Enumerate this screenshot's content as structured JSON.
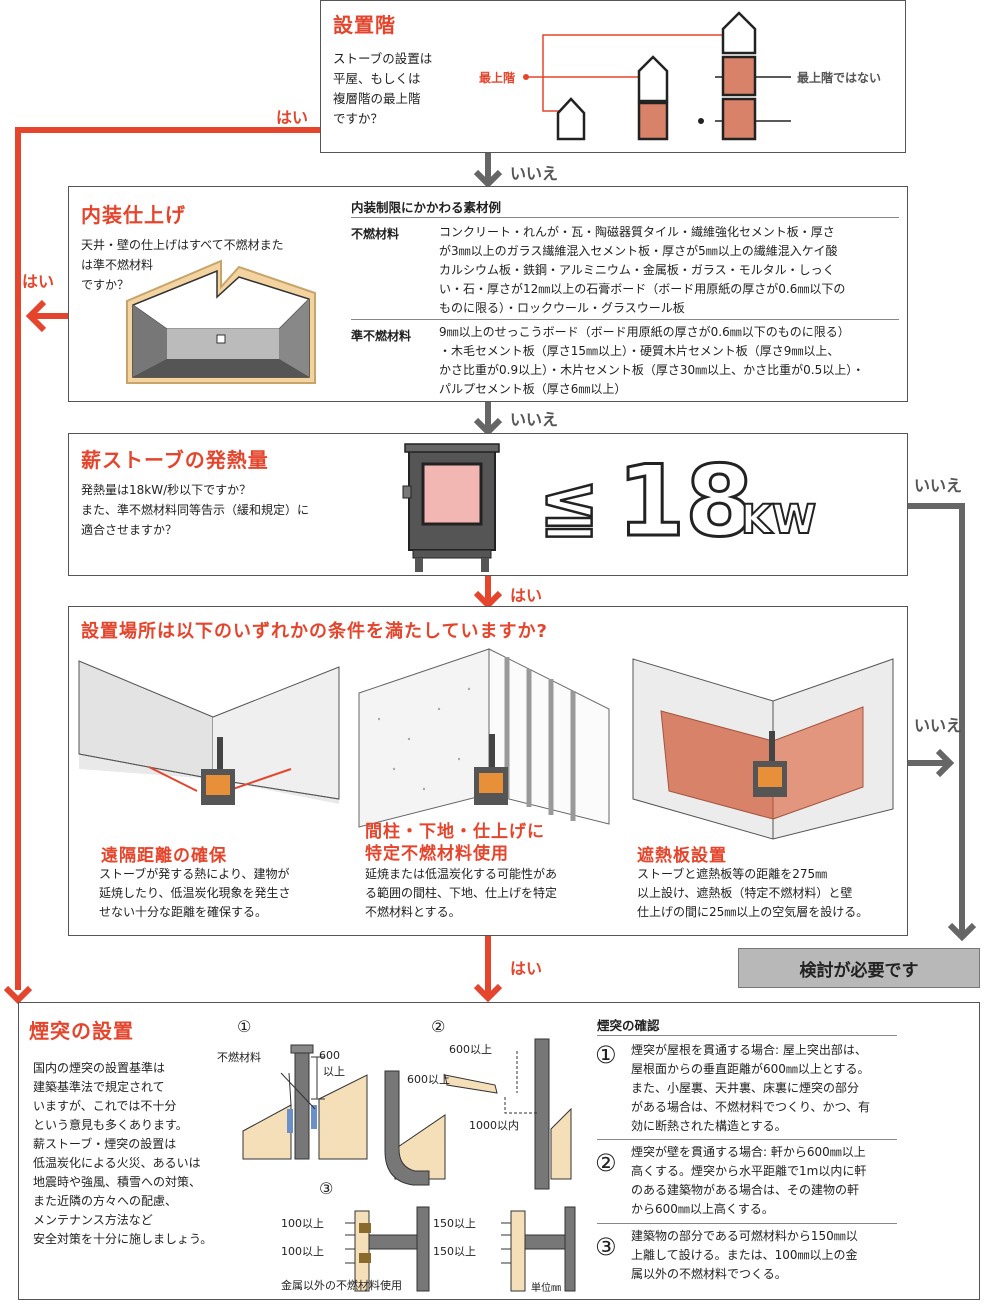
{
  "colors": {
    "accent": "#e5452c",
    "gray_arrow": "#666666",
    "brick": "#d9826a",
    "ember": "#f2b7b3"
  },
  "step1": {
    "title": "設置階",
    "question": [
      "ストーブの設置は",
      "平屋、もしくは",
      "複層階の最上階",
      "ですか？"
    ],
    "label_top": "最上階",
    "label_not_top": "最上階ではない"
  },
  "step2": {
    "title": "内装仕上げ",
    "question": [
      "天井・壁の仕上げはすべて不燃材また",
      "は準不燃材料",
      "ですか？"
    ],
    "table_header": "内装制限にかかわる素材例",
    "rows": [
      {
        "name": "不燃材料",
        "lines": [
          "コンクリート・れんが・瓦・陶磁器質タイル・繊維強化セメント板・厚さ",
          "が3㎜以上のガラス繊維混入セメント板・厚さが5㎜以上の繊維混入ケイ酸",
          "カルシウム板・鉄鋼・アルミニウム・金属板・ガラス・モルタル・しっく",
          "い・石・厚さが12㎜以上の石膏ボード（ボード用原紙の厚さが0.6㎜以下の",
          "ものに限る）・ロックウール・グラスウール板"
        ]
      },
      {
        "name": "準不燃材料",
        "lines": [
          "9㎜以上のせっこうボード（ボード用原紙の厚さが0.6㎜以下のものに限る）",
          "・木毛セメント板（厚さ15㎜以上）・硬質木片セメント板（厚さ9㎜以上、",
          "かさ比重が0.9以上）・木片セメント板（厚さ30㎜以上、かさ比重が0.5以上）・",
          "パルプセメント板（厚さ6㎜以上）"
        ]
      }
    ]
  },
  "step3": {
    "title": "薪ストーブの発熱量",
    "question": [
      "発熱量は18kW/秒以下ですか？",
      "また、準不燃材料同等告示（緩和規定）に",
      "適合させますか？"
    ],
    "symbol": "≦",
    "value": "18",
    "unit": "KW"
  },
  "step4": {
    "title": "設置場所は以下のいずれかの条件を満たしていますか?",
    "options": [
      {
        "title": "遠隔距離の確保",
        "lines": [
          "ストーブが発する熱により、建物が",
          "延焼したり、低温炭化現象を発生さ",
          "せない十分な距離を確保する。"
        ]
      },
      {
        "title": [
          "間柱・下地・仕上げに",
          "特定不燃材料使用"
        ],
        "lines": [
          "延焼または低温炭化する可能性があ",
          "る範囲の間柱、下地、仕上げを特定",
          "不燃材料とする。"
        ]
      },
      {
        "title": "遮熱板設置",
        "lines": [
          "ストーブと遮熱板等の距離を275㎜",
          "以上設け、遮熱板（特定不燃材料）と壁",
          "仕上げの間に25㎜以上の空気層を設ける。"
        ]
      }
    ]
  },
  "answers": {
    "yes": "はい",
    "no": "いいえ"
  },
  "review": "検討が必要です",
  "chimney": {
    "title": "煙突の設置",
    "body": [
      "国内の煙突の設置基準は",
      "建築基準法で規定されて",
      "いますが、これでは不十分",
      "という意見も多くあります。",
      "薪ストーブ・煙突の設置は",
      "低温炭化による火災、あるいは",
      "地震時や強風、積雪への対策、",
      "また近隣の方々への配慮、",
      "メンテナンス方法など",
      "安全対策を十分に施しましょう。"
    ],
    "diagram_labels": {
      "n1": "①",
      "n2": "②",
      "n3": "③",
      "fire_material": "不燃材料",
      "d600a": "600",
      "d600b": "以上",
      "d600c": "600以上",
      "d600d": "600以上",
      "d1000": "1000以内",
      "d100a": "100以上",
      "d100b": "100以上",
      "d150a": "150以上",
      "d150b": "150以上",
      "non_metal": "金属以外の不燃材料使用",
      "unit": "単位㎜"
    },
    "check": {
      "title": "煙突の確認",
      "items": [
        {
          "num": "①",
          "lines": [
            "煙突が屋根を貫通する場合: 屋上突出部は、",
            "屋根面からの垂直距離が600㎜以上とする。",
            "また、小屋裏、天井裏、床裏に煙突の部分",
            "がある場合は、不燃材料でつくり、かつ、有",
            "効に断熱された構造とする。"
          ]
        },
        {
          "num": "②",
          "lines": [
            "煙突が壁を貫通する場合: 軒から600㎜以上",
            "高くする。煙突から水平距離で1m以内に軒",
            "のある建築物がある場合は、その建物の軒",
            "から600㎜以上高くする。"
          ]
        },
        {
          "num": "③",
          "lines": [
            "建築物の部分である可燃材料から150㎜以",
            "上離して設ける。または、100㎜以上の金",
            "属以外の不燃材料でつくる。"
          ]
        }
      ]
    }
  }
}
